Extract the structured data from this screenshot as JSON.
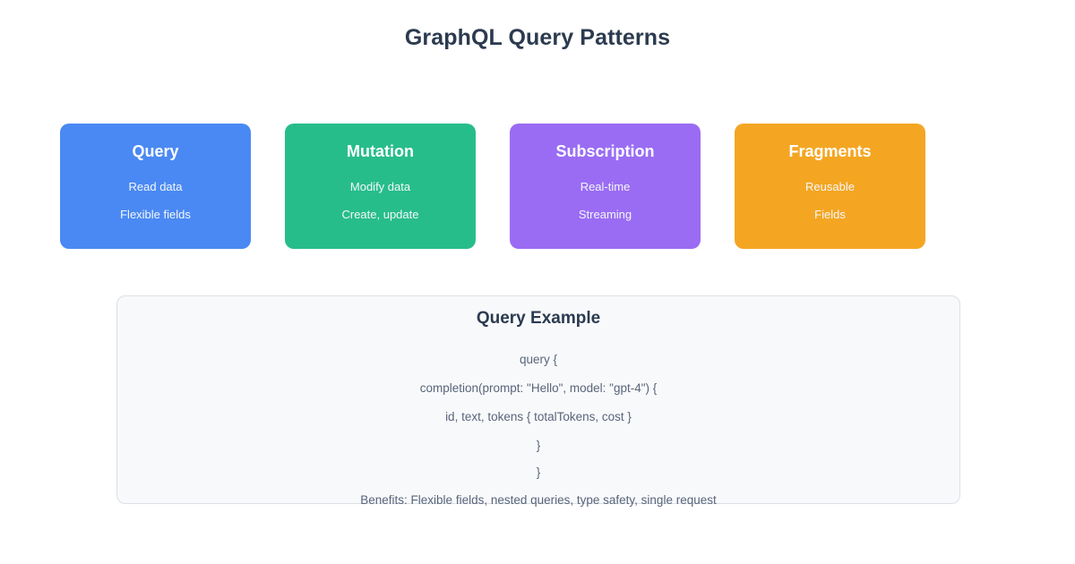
{
  "header": {
    "title": "GraphQL Query Patterns"
  },
  "cards": [
    {
      "title": "Query",
      "line1": "Read data",
      "line2": "Flexible fields",
      "color": "#4a89f3"
    },
    {
      "title": "Mutation",
      "line1": "Modify data",
      "line2": "Create, update",
      "color": "#27bd8a"
    },
    {
      "title": "Subscription",
      "line1": "Real-time",
      "line2": "Streaming",
      "color": "#9a6cf4"
    },
    {
      "title": "Fragments",
      "line1": "Reusable",
      "line2": "Fields",
      "color": "#f4a623"
    }
  ],
  "example": {
    "title": "Query Example",
    "code_lines": [
      "query {",
      "completion(prompt: \"Hello\", model: \"gpt-4\") {",
      "id, text, tokens { totalTokens, cost }",
      "}",
      "}"
    ],
    "benefits": "Benefits: Flexible fields, nested queries, type safety, single request"
  },
  "colors": {
    "background": "#ffffff",
    "title_text": "#2b3a4f",
    "body_text": "#59657a",
    "panel_background": "#f8f9fb",
    "panel_border": "#dcdfe6"
  }
}
